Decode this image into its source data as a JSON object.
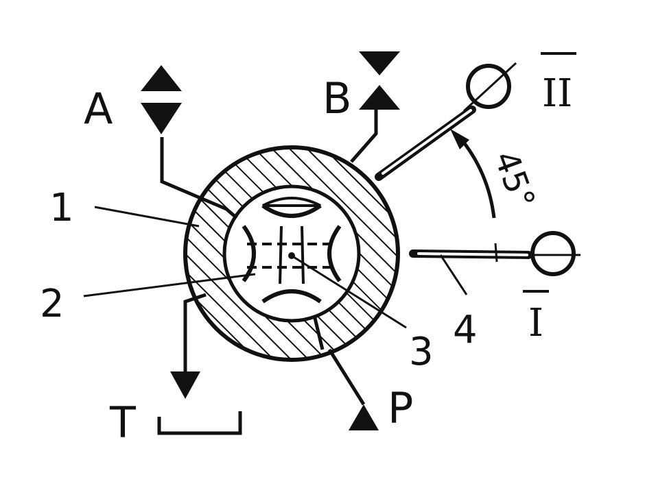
{
  "diagram": {
    "ports": {
      "A": "A",
      "B": "B",
      "T": "T",
      "P": "P"
    },
    "part_numbers": [
      "1",
      "2",
      "3",
      "4"
    ],
    "positions": {
      "first": "I",
      "second": "II"
    },
    "angle_label": "45°",
    "colors": {
      "ink": "#111111",
      "paper": "#ffffff"
    }
  }
}
